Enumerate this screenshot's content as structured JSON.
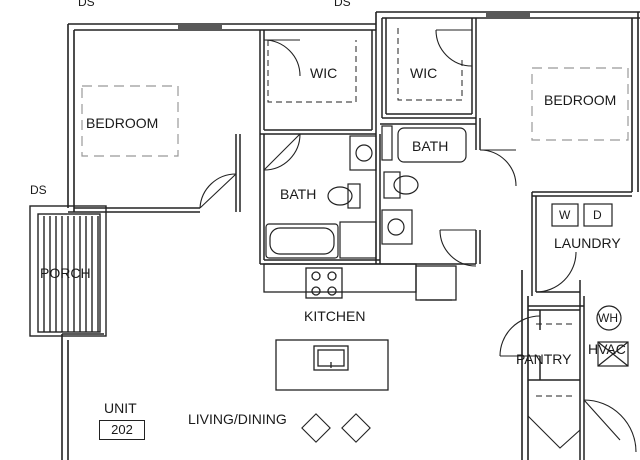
{
  "labels": {
    "ds_1": "DS",
    "ds_2": "DS",
    "ds_3": "DS",
    "wic_left": "WIC",
    "wic_right": "WIC",
    "bedroom_left": "BEDROOM",
    "bedroom_right": "BEDROOM",
    "bath_left": "BATH",
    "bath_right": "BATH",
    "porch": "PORCH",
    "kitchen": "KITCHEN",
    "laundry": "LAUNDRY",
    "washer": "W",
    "dryer": "D",
    "water_heater": "WH",
    "pantry": "PANTRY",
    "hvac": "HVAC",
    "unit": "UNIT",
    "unit_number": "202",
    "living_dining": "LIVING/DINING"
  }
}
